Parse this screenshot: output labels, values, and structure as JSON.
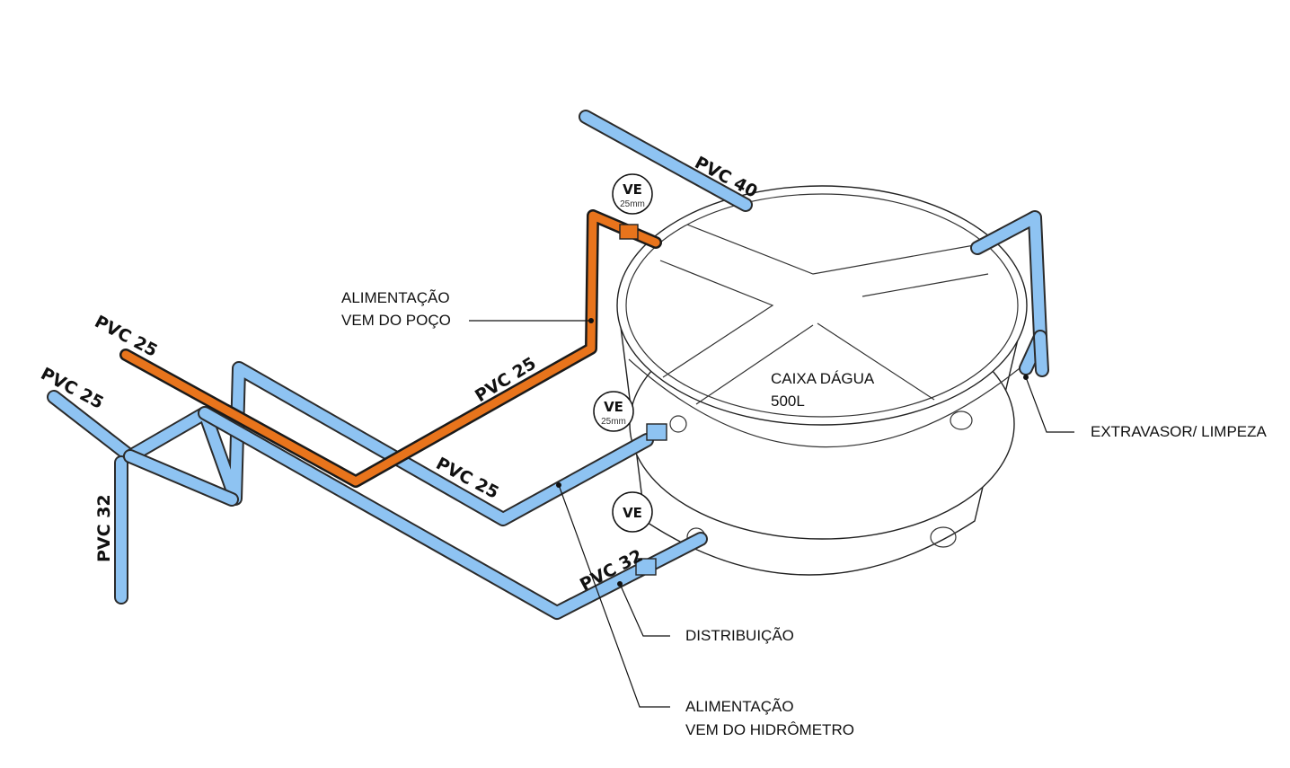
{
  "tank": {
    "name_line1": "CAIXA DÁGUA",
    "name_line2": "500L"
  },
  "labels": {
    "pvc40": "PVC 40",
    "pvc25_orange_left": "PVC 25",
    "pvc25_blue_left": "PVC 25",
    "pvc32_vertical": "PVC 32",
    "pvc25_orange_diag": "PVC 25",
    "pvc25_blue_diag": "PVC 25",
    "pvc32_bottom": "PVC 32"
  },
  "valves": [
    {
      "title": "VE",
      "sub": "25mm"
    },
    {
      "title": "VE",
      "sub": "25mm"
    },
    {
      "title": "VE",
      "sub": ""
    }
  ],
  "callouts": {
    "alim_poco_1": "ALIMENTAÇÃO",
    "alim_poco_2": "VEM DO POÇO",
    "extravasor": "EXTRAVASOR/ LIMPEZA",
    "distribuicao": "DISTRIBUIÇÃO",
    "alim_hidro_1": "ALIMENTAÇÃO",
    "alim_hidro_2": "VEM DO HIDRÔMETRO"
  },
  "colors": {
    "pvc_blue": "#8ec3f2",
    "pvc_orange": "#e8741c",
    "outline": "#2b2b2b"
  }
}
